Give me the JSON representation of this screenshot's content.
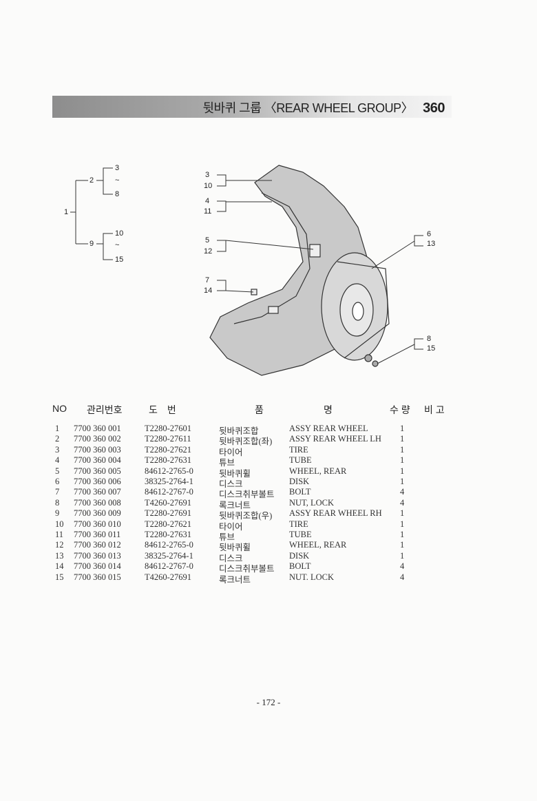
{
  "header": {
    "title": "뒷바퀴 그룹 〈REAR WHEEL GROUP〉",
    "group_no": "360"
  },
  "tree": {
    "root": "1",
    "a": "2",
    "a_from": "3",
    "a_tilde": "~",
    "a_to": "8",
    "b": "9",
    "b_from": "10",
    "b_tilde": "~",
    "b_to": "15"
  },
  "callouts": [
    {
      "top": "3",
      "bottom": "10"
    },
    {
      "top": "4",
      "bottom": "11"
    },
    {
      "top": "5",
      "bottom": "12"
    },
    {
      "top": "7",
      "bottom": "14"
    },
    {
      "top": "6",
      "bottom": "13"
    },
    {
      "top": "8",
      "bottom": "15"
    }
  ],
  "table": {
    "headers": [
      "NO",
      "관리번호",
      "도　번",
      "품",
      "명",
      "수 량",
      "비 고"
    ],
    "rows": [
      {
        "no": "1",
        "mgmt": "7700 360 001",
        "dwg": "T2280-27601",
        "kr": "뒷바퀴조합",
        "en": "ASSY REAR WHEEL",
        "qty": "1"
      },
      {
        "no": "2",
        "mgmt": "7700 360 002",
        "dwg": "T2280-27611",
        "kr": "뒷바퀴조합(좌)",
        "en": "ASSY REAR WHEEL LH",
        "qty": "1"
      },
      {
        "no": "3",
        "mgmt": "7700 360 003",
        "dwg": "T2280-27621",
        "kr": "타이어",
        "en": "TIRE",
        "qty": "1"
      },
      {
        "no": "4",
        "mgmt": "7700 360 004",
        "dwg": "T2280-27631",
        "kr": "튜브",
        "en": "TUBE",
        "qty": "1"
      },
      {
        "no": "5",
        "mgmt": "7700 360 005",
        "dwg": "84612-2765-0",
        "kr": "뒷바퀴휠",
        "en": "WHEEL, REAR",
        "qty": "1"
      },
      {
        "no": "6",
        "mgmt": "7700 360 006",
        "dwg": "38325-2764-1",
        "kr": "디스크",
        "en": "DISK",
        "qty": "1"
      },
      {
        "no": "7",
        "mgmt": "7700 360 007",
        "dwg": "84612-2767-0",
        "kr": "디스크취부볼트",
        "en": "BOLT",
        "qty": "4"
      },
      {
        "no": "8",
        "mgmt": "7700 360 008",
        "dwg": "T4260-27691",
        "kr": "록크너트",
        "en": "NUT, LOCK",
        "qty": "4"
      },
      {
        "no": "9",
        "mgmt": "7700 360 009",
        "dwg": "T2280-27691",
        "kr": "뒷바퀴조합(우)",
        "en": "ASSY REAR WHEEL RH",
        "qty": "1"
      },
      {
        "no": "10",
        "mgmt": "7700 360 010",
        "dwg": "T2280-27621",
        "kr": "타이어",
        "en": "TIRE",
        "qty": "1"
      },
      {
        "no": "11",
        "mgmt": "7700 360 011",
        "dwg": "T2280-27631",
        "kr": "튜브",
        "en": "TUBE",
        "qty": "1"
      },
      {
        "no": "12",
        "mgmt": "7700 360 012",
        "dwg": "84612-2765-0",
        "kr": "뒷바퀴휠",
        "en": "WHEEL, REAR",
        "qty": "1"
      },
      {
        "no": "13",
        "mgmt": "7700 360 013",
        "dwg": "38325-2764-1",
        "kr": "디스크",
        "en": "DISK",
        "qty": "1"
      },
      {
        "no": "14",
        "mgmt": "7700 360 014",
        "dwg": "84612-2767-0",
        "kr": "디스크취부볼트",
        "en": "BOLT",
        "qty": "4"
      },
      {
        "no": "15",
        "mgmt": "7700 360 015",
        "dwg": "T4260-27691",
        "kr": "록크너트",
        "en": "NUT. LOCK",
        "qty": "4"
      }
    ]
  },
  "footer": {
    "page": "- 172 -"
  }
}
